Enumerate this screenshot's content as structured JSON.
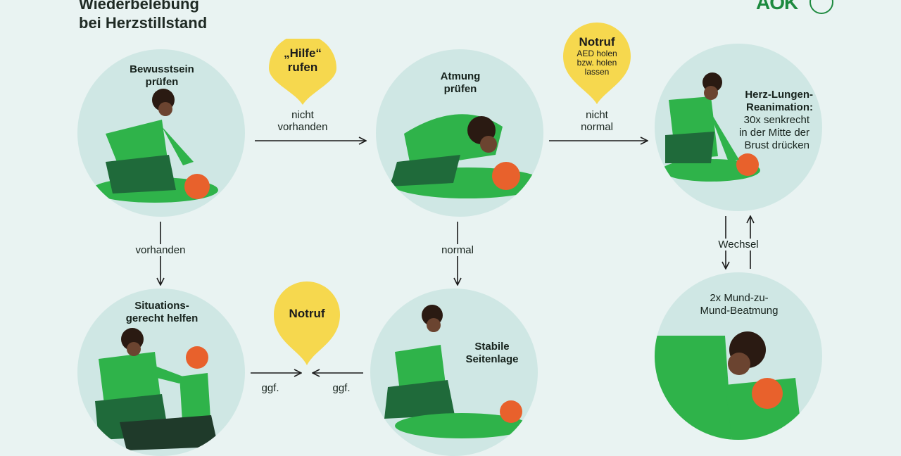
{
  "title": {
    "line1": "Wiederbelebung",
    "line2": "bei Herzstillstand"
  },
  "logo": "AOK",
  "steps": {
    "consciousness": {
      "line1": "Bewusstsein",
      "line2": "prüfen"
    },
    "breathing": {
      "line1": "Atmung",
      "line2": "prüfen"
    },
    "cpr": {
      "line1": "Herz-Lungen-",
      "line2": "Reanimation:",
      "line3": "30x senkrecht",
      "line4": "in der Mitte der",
      "line5": "Brust drücken"
    },
    "situation": {
      "line1": "Situations-",
      "line2": "gerecht helfen"
    },
    "recovery": {
      "line1": "Stabile",
      "line2": "Seitenlage"
    },
    "mouth": {
      "line1": "2x Mund-zu-",
      "line2": "Mund-Beatmung"
    }
  },
  "pins": {
    "help": {
      "line1": "„Hilfe“",
      "line2": "rufen"
    },
    "emergency1": {
      "title": "Notruf",
      "line1": "AED holen",
      "line2": "bzw. holen",
      "line3": "lassen"
    },
    "emergency2": {
      "title": "Notruf"
    }
  },
  "edges": {
    "absent": {
      "line1": "nicht",
      "line2": "vorhanden"
    },
    "not_normal": {
      "line1": "nicht",
      "line2": "normal"
    },
    "present": "vorhanden",
    "normal": "normal",
    "switch": "Wechsel",
    "optional_left": "ggf.",
    "optional_right": "ggf."
  },
  "colors": {
    "background": "#e9f3f2",
    "circle": "#cfe7e4",
    "pin": "#f6d84e",
    "shirt": "#2fb34a",
    "pants": "#1f6a3a",
    "hair_red": "#e8612c",
    "skin_dark": "#6b4430",
    "brand": "#1d8a3f"
  }
}
